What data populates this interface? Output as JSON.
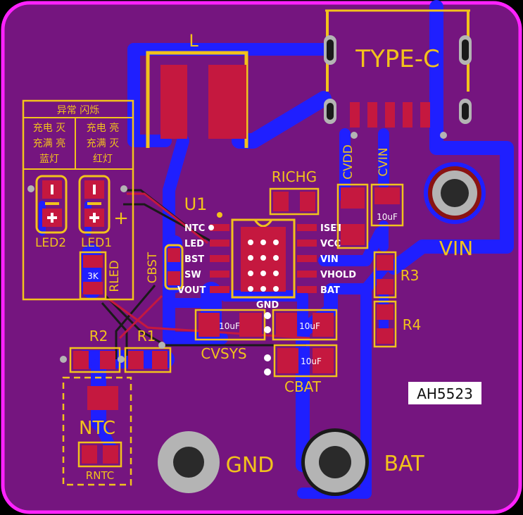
{
  "board": {
    "colors": {
      "substrate": "#75157f",
      "outline": "#ff22ff",
      "copper": "#1f1fff",
      "pad": "#c5183f",
      "silk": "#f2c21c",
      "via": "#b4b4b4"
    }
  },
  "labels": {
    "inductor": "L",
    "type_c": "TYPE-C",
    "status_table": {
      "header": "异常 闪烁",
      "col1": [
        "充电 灭",
        "充满 亮",
        "蓝灯"
      ],
      "col2": [
        "充电 亮",
        "充满 灭",
        "红灯"
      ]
    },
    "led2": "LED2",
    "led1": "LED1",
    "rled": "RLED",
    "rled_value": "3K",
    "cbst": "CBST",
    "u1": "U1",
    "richg": "RICHG",
    "cvdd": "CVDD",
    "cvin": "CVIN",
    "cvin_value": "10uF",
    "vin": "VIN",
    "r3": "R3",
    "r4": "R4",
    "ic_pins_left": [
      "NTC",
      "LED",
      "BST",
      "SW",
      "VOUT"
    ],
    "ic_pins_right": [
      "ISET",
      "VCC",
      "VIN",
      "VHOLD",
      "BAT"
    ],
    "gnd_pin": "GND",
    "cap_value_a": "10uF",
    "cap_value_b": "10uF",
    "cap_value_c": "10uF",
    "cvsys": "CVSYS",
    "cbat": "CBAT",
    "r2": "R2",
    "r1": "R1",
    "ntc": "NTC",
    "rntc": "RNTC",
    "gnd": "GND",
    "bat": "BAT",
    "part_number": "AH5523",
    "plus_sign": "+"
  }
}
